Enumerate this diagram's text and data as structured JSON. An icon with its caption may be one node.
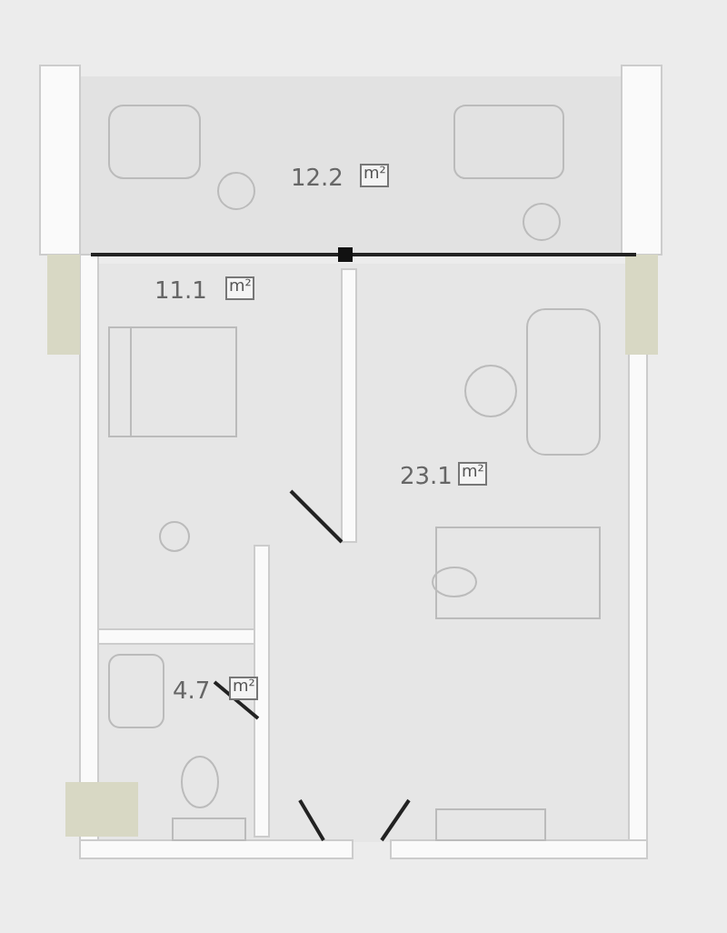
{
  "diagram": {
    "labels": [
      "12.2",
      "m²",
      "11.1",
      "m²",
      "23.1",
      "m²",
      "4.7",
      "m²"
    ]
  }
}
